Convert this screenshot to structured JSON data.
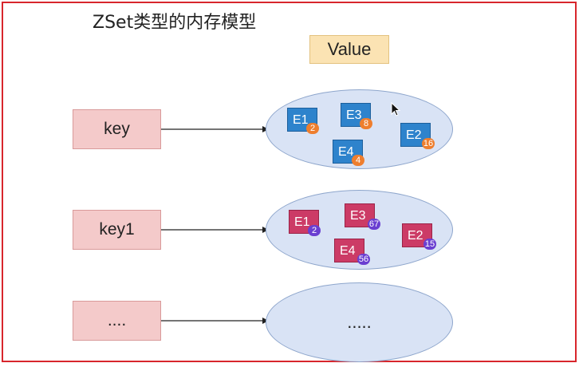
{
  "title": "ZSet类型的内存模型",
  "value_label": "Value",
  "rows": [
    {
      "key": "key",
      "elements": [
        {
          "name": "E1",
          "score": "2"
        },
        {
          "name": "E3",
          "score": "8"
        },
        {
          "name": "E2",
          "score": "16"
        },
        {
          "name": "E4",
          "score": "4"
        }
      ]
    },
    {
      "key": "key1",
      "elements": [
        {
          "name": "E1",
          "score": "2"
        },
        {
          "name": "E3",
          "score": "67"
        },
        {
          "name": "E2",
          "score": "15"
        },
        {
          "name": "E4",
          "score": "56"
        }
      ]
    },
    {
      "key": "....",
      "placeholder": "....."
    }
  ],
  "colors": {
    "border": "#d8262c",
    "value_fill": "#fbe3b3",
    "key_fill": "#f4caca",
    "ellipse_fill": "#d9e3f5",
    "element_blue": "#2e83cc",
    "element_red": "#cc3b66",
    "score_orange": "#ee7e2e",
    "score_purple": "#6a3fd1"
  }
}
